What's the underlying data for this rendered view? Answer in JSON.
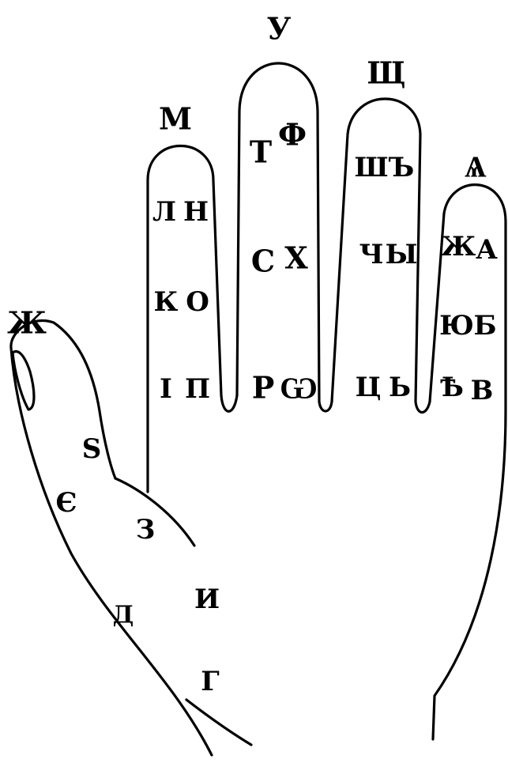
{
  "diagram": {
    "colors": {
      "ink": "#000000",
      "paper": "#ffffff"
    },
    "fingertips": {
      "thumb": "Ж",
      "index": "М",
      "middle": "У",
      "ring": "Щ",
      "little": "Ѧ"
    },
    "index_finger": {
      "row1": [
        "Л",
        "Н"
      ],
      "row2": [
        "К",
        "О"
      ],
      "row3": [
        "І",
        "П"
      ]
    },
    "middle_finger": {
      "row1": [
        "Т",
        "Ф"
      ],
      "row2": [
        "С",
        "Х"
      ],
      "row3": [
        "Р",
        "Ѡ"
      ]
    },
    "ring_finger": {
      "row1": [
        "Ш",
        "Ъ"
      ],
      "row2": [
        "Ч",
        "Ы"
      ],
      "row3": [
        "Ц",
        "Ь"
      ]
    },
    "little_finger": {
      "row1": [
        "Ж",
        "А"
      ],
      "row2": [
        "Ю",
        "Б"
      ],
      "row3": [
        "Ѣ",
        "В"
      ]
    },
    "thumb": {
      "upper": "Ѕ",
      "middle": "Є",
      "lower": "Д"
    },
    "palm": {
      "upper": "З",
      "middle": "И",
      "lower": "Г"
    }
  }
}
